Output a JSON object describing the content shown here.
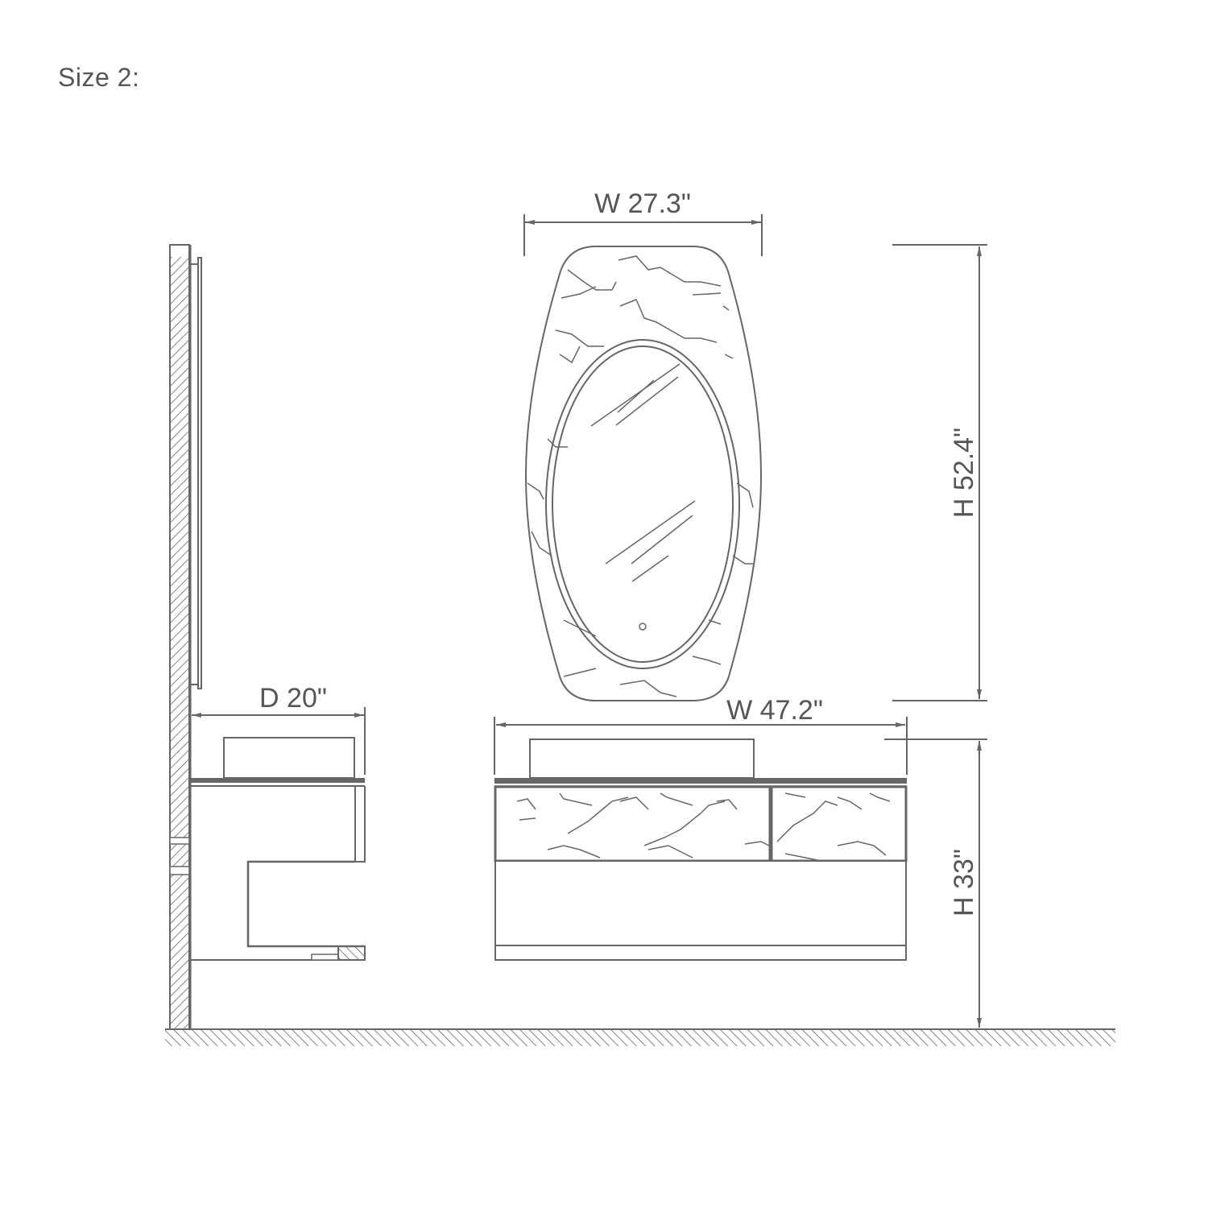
{
  "title": "Size 2:",
  "colors": {
    "line": "#666666",
    "text": "#555555",
    "background": "#ffffff"
  },
  "dimensions": {
    "mirror_width": "W 27.3\"",
    "mirror_height": "H 52.4\"",
    "vanity_depth": "D 20\"",
    "vanity_width": "W 47.2\"",
    "vanity_height": "H 33\""
  },
  "views": {
    "side": "side-view",
    "front": "front-view"
  }
}
